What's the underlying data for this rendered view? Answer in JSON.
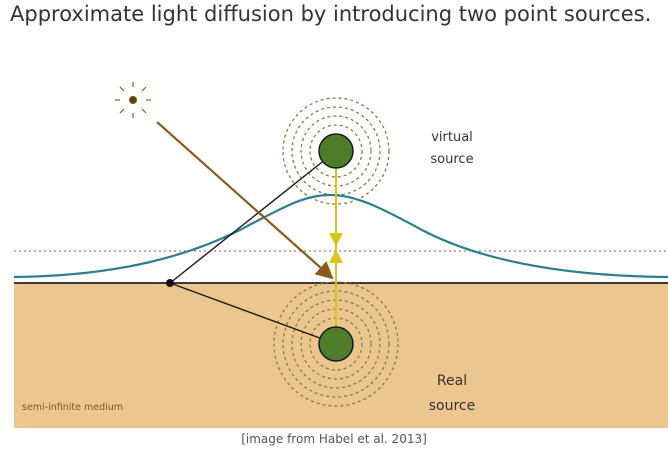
{
  "slide": {
    "title": "Approximate light diffusion by introducing two point sources.",
    "caption": "[image from Habel et al. 2013]"
  },
  "diagram": {
    "virtual_label_line1": "virtual",
    "virtual_label_line2": "source",
    "real_label_line1": "Real",
    "real_label_line2": "source",
    "medium_label": "semi-infinite medium",
    "colors": {
      "medium": "#EBC78F",
      "source_fill": "#4F7C2A",
      "ring": "#8C7A3E",
      "curve": "#2F7C95",
      "light_ray": "#8A5A1C",
      "axis_arrow": "#D9C417",
      "outline": "#1a1a1a"
    },
    "icons": {
      "light_source": "sun-icon"
    }
  }
}
